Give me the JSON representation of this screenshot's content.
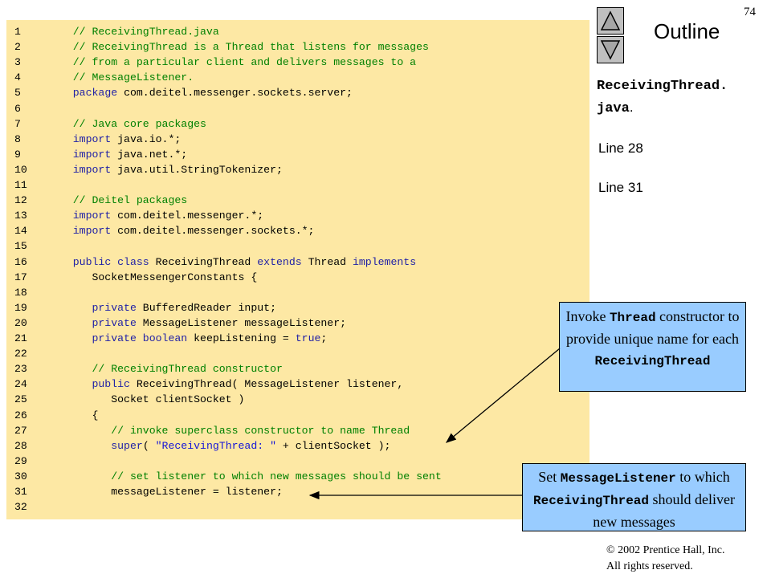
{
  "slide_number": "74",
  "outline": {
    "title": "Outline",
    "file_name_line1": "ReceivingThread.",
    "file_name_line2": "java",
    "file_name_suffix": ".",
    "refs": [
      "Line 28",
      "Line 31"
    ]
  },
  "nav": {
    "up_icon": "triangle-up-icon",
    "down_icon": "triangle-down-icon"
  },
  "code_lines": [
    {
      "n": "1",
      "segments": [
        {
          "t": "   // ReceivingThread.java",
          "c": "cm"
        }
      ]
    },
    {
      "n": "2",
      "segments": [
        {
          "t": "   // ReceivingThread is a Thread that listens for messages",
          "c": "cm"
        }
      ]
    },
    {
      "n": "3",
      "segments": [
        {
          "t": "   // from a particular client and delivers messages to a",
          "c": "cm"
        }
      ]
    },
    {
      "n": "4",
      "segments": [
        {
          "t": "   // MessageListener.",
          "c": "cm"
        }
      ]
    },
    {
      "n": "5",
      "segments": [
        {
          "t": "   ",
          "c": ""
        },
        {
          "t": "package",
          "c": "kw"
        },
        {
          "t": " com.deitel.messenger.sockets.server;",
          "c": ""
        }
      ]
    },
    {
      "n": "6",
      "segments": []
    },
    {
      "n": "7",
      "segments": [
        {
          "t": "   // Java core packages",
          "c": "cm"
        }
      ]
    },
    {
      "n": "8",
      "segments": [
        {
          "t": "   ",
          "c": ""
        },
        {
          "t": "import",
          "c": "kw"
        },
        {
          "t": " java.io.*;",
          "c": ""
        }
      ]
    },
    {
      "n": "9",
      "segments": [
        {
          "t": "   ",
          "c": ""
        },
        {
          "t": "import",
          "c": "kw"
        },
        {
          "t": " java.net.*;",
          "c": ""
        }
      ]
    },
    {
      "n": "10",
      "segments": [
        {
          "t": "   ",
          "c": ""
        },
        {
          "t": "import",
          "c": "kw"
        },
        {
          "t": " java.util.StringTokenizer;",
          "c": ""
        }
      ]
    },
    {
      "n": "11",
      "segments": []
    },
    {
      "n": "12",
      "segments": [
        {
          "t": "   // Deitel packages",
          "c": "cm"
        }
      ]
    },
    {
      "n": "13",
      "segments": [
        {
          "t": "   ",
          "c": ""
        },
        {
          "t": "import",
          "c": "kw"
        },
        {
          "t": " com.deitel.messenger.*;",
          "c": ""
        }
      ]
    },
    {
      "n": "14",
      "segments": [
        {
          "t": "   ",
          "c": ""
        },
        {
          "t": "import",
          "c": "kw"
        },
        {
          "t": " com.deitel.messenger.sockets.*;",
          "c": ""
        }
      ]
    },
    {
      "n": "15",
      "segments": []
    },
    {
      "n": "16",
      "segments": [
        {
          "t": "   ",
          "c": ""
        },
        {
          "t": "public class",
          "c": "kw"
        },
        {
          "t": " ReceivingThread ",
          "c": ""
        },
        {
          "t": "extends",
          "c": "kw"
        },
        {
          "t": " Thread ",
          "c": ""
        },
        {
          "t": "implements",
          "c": "kw"
        }
      ]
    },
    {
      "n": "17",
      "segments": [
        {
          "t": "      SocketMessengerConstants {",
          "c": ""
        }
      ]
    },
    {
      "n": "18",
      "segments": []
    },
    {
      "n": "19",
      "segments": [
        {
          "t": "      ",
          "c": ""
        },
        {
          "t": "private",
          "c": "kw"
        },
        {
          "t": " BufferedReader input;",
          "c": ""
        }
      ]
    },
    {
      "n": "20",
      "segments": [
        {
          "t": "      ",
          "c": ""
        },
        {
          "t": "private",
          "c": "kw"
        },
        {
          "t": " MessageListener messageListener;",
          "c": ""
        }
      ]
    },
    {
      "n": "21",
      "segments": [
        {
          "t": "      ",
          "c": ""
        },
        {
          "t": "private boolean",
          "c": "kw"
        },
        {
          "t": " keepListening = ",
          "c": ""
        },
        {
          "t": "true",
          "c": "kw"
        },
        {
          "t": ";",
          "c": ""
        }
      ]
    },
    {
      "n": "22",
      "segments": []
    },
    {
      "n": "23",
      "segments": [
        {
          "t": "      // ReceivingThread constructor",
          "c": "cm"
        }
      ]
    },
    {
      "n": "24",
      "segments": [
        {
          "t": "      ",
          "c": ""
        },
        {
          "t": "public",
          "c": "kw"
        },
        {
          "t": " ReceivingThread( MessageListener listener,",
          "c": ""
        }
      ]
    },
    {
      "n": "25",
      "segments": [
        {
          "t": "         Socket clientSocket )",
          "c": ""
        }
      ]
    },
    {
      "n": "26",
      "segments": [
        {
          "t": "      {",
          "c": ""
        }
      ]
    },
    {
      "n": "27",
      "segments": [
        {
          "t": "         // invoke superclass constructor to name Thread",
          "c": "cm"
        }
      ]
    },
    {
      "n": "28",
      "segments": [
        {
          "t": "         ",
          "c": ""
        },
        {
          "t": "super",
          "c": "kw"
        },
        {
          "t": "( ",
          "c": ""
        },
        {
          "t": "\"ReceivingThread: \"",
          "c": "st"
        },
        {
          "t": " + clientSocket );",
          "c": ""
        }
      ]
    },
    {
      "n": "29",
      "segments": []
    },
    {
      "n": "30",
      "segments": [
        {
          "t": "         // set listener to which new messages should be sent",
          "c": "cm"
        }
      ]
    },
    {
      "n": "31",
      "segments": [
        {
          "t": "         messageListener = listener;",
          "c": ""
        }
      ]
    },
    {
      "n": "32",
      "segments": []
    }
  ],
  "callouts": [
    {
      "parts": [
        {
          "t": "Invoke ",
          "mono": false
        },
        {
          "t": "Thread",
          "mono": true
        },
        {
          "t": " constructor to provide unique name for each ",
          "mono": false
        },
        {
          "t": "ReceivingThread",
          "mono": true
        }
      ]
    },
    {
      "parts": [
        {
          "t": "Set ",
          "mono": false
        },
        {
          "t": "MessageListener",
          "mono": true
        },
        {
          "t": " to which ",
          "mono": false
        },
        {
          "t": "ReceivingThread",
          "mono": true
        },
        {
          "t": " should deliver new messages",
          "mono": false
        }
      ]
    }
  ],
  "copyright": {
    "symbol": "©",
    "line1": " 2002 Prentice Hall, Inc.",
    "line2": "All rights reserved."
  }
}
